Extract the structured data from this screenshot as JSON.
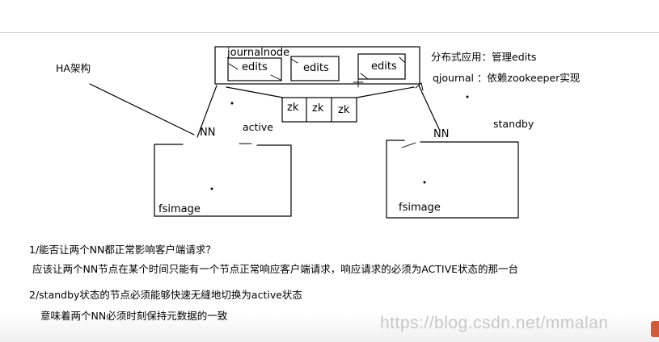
{
  "diagram": {
    "ha_label": "HA架构",
    "journalnode_label": "journalnode",
    "edits_labels": [
      "edits",
      "edits",
      "edits"
    ],
    "zk_labels": [
      "zk",
      "zk",
      "zk"
    ],
    "distributed_note": "分布式应用：管理edits",
    "qjournal_note": "qjournal ：依赖zookeeper实现",
    "nn_left": "NN",
    "active_label": "active",
    "nn_right": "NN",
    "standby_label": "standby",
    "fsimage_left": "fsimage",
    "fsimage_right": "fsimage"
  },
  "notes": {
    "q1": "1/能否让两个NN都正常影响客户端请求？",
    "a1": "应该让两个NN节点在某个时间只能有一个节点正常响应客户端请求，响应请求的必须为ACTIVE状态的那一台",
    "q2": "2/standby状态的节点必须能够快速无缝地切换为active状态",
    "a2": "意味着两个NN必须时刻保持元数据的一致"
  },
  "watermark": "https://blog.csdn.net/mmalan"
}
